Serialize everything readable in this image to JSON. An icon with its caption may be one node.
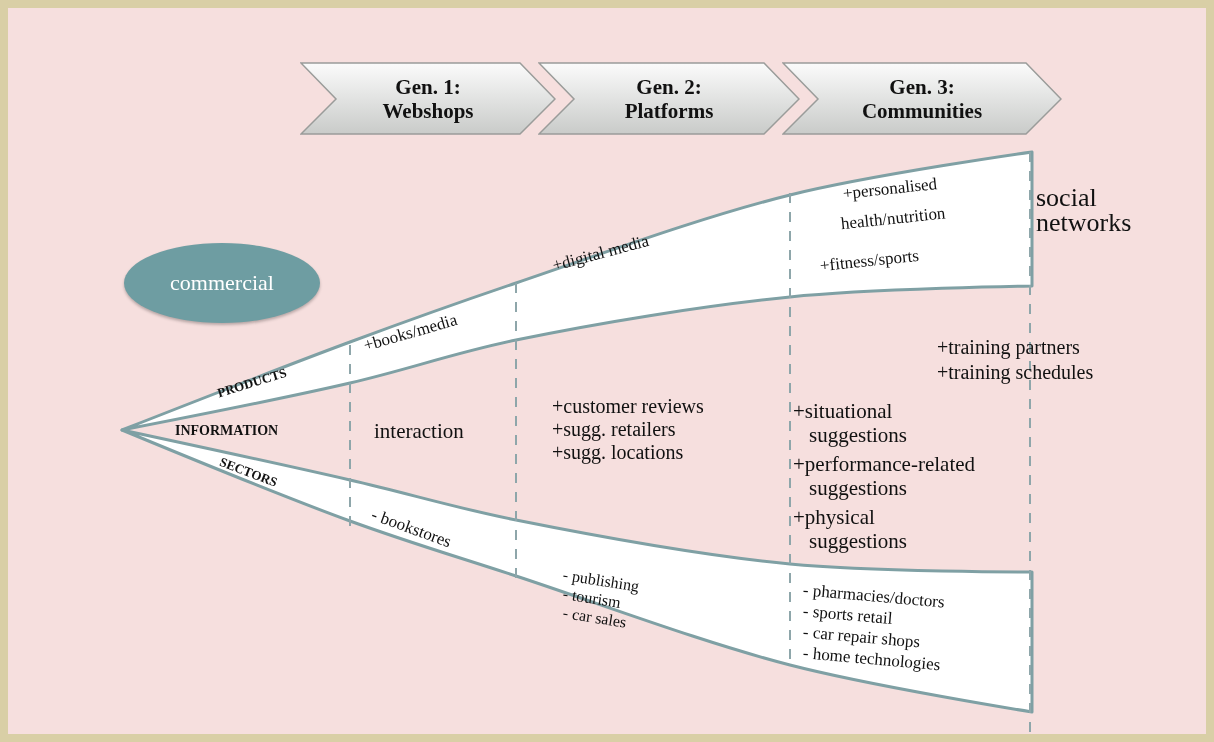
{
  "diagram": {
    "nodes": [
      {
        "text": [
          "Gen. 1: Webshops"
        ]
      },
      {
        "text": [
          "Gen. 2: Platforms"
        ]
      },
      {
        "text": [
          "Gen. 3: Communities"
        ]
      },
      {
        "text": [
          "commercial"
        ]
      }
    ],
    "labels": [
      "PRODUCTS",
      "INFORMATION",
      "SECTORS",
      "+books/media",
      "interaction",
      "- bookstores",
      "+digital media",
      "+customer reviews",
      "+sugg. retailers",
      "+sugg. locations",
      "- publishing",
      "- tourism",
      "- car sales",
      "+personalised health/nutrition",
      "+fitness/sports",
      "social networks",
      "+training partners",
      "+training schedules",
      "+situational suggestions",
      "+performance-related suggestions",
      "+physical suggestions",
      "- pharmacies/doctors",
      "- sports retail",
      "- car repair shops",
      "- home technologies"
    ]
  }
}
